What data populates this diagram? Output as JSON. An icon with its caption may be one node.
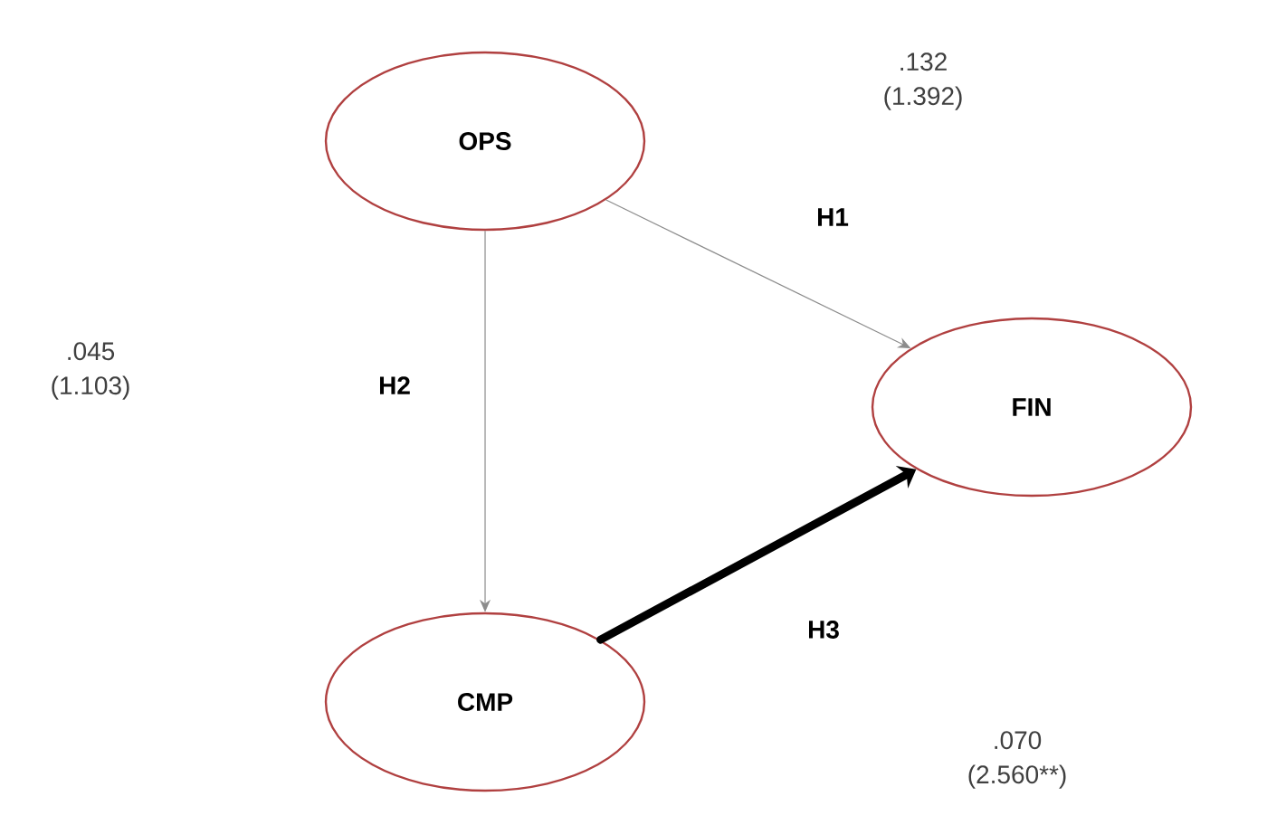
{
  "diagram": {
    "nodes": [
      {
        "text": [
          "OPS"
        ]
      },
      {
        "text": [
          "FIN"
        ]
      },
      {
        "text": [
          "CMP"
        ]
      }
    ],
    "edges": [
      {
        "from": 0,
        "to": 1,
        "arrow": "to",
        "label": "H1"
      },
      {
        "from": 0,
        "to": 2,
        "arrow": "to",
        "label": "H2"
      },
      {
        "from": 2,
        "to": 1,
        "arrow": "to",
        "label": "H3",
        "style": "thick",
        "color": "#000000"
      }
    ],
    "labels": [
      ".132 (1.392)",
      ".045 (1.103)",
      ".070 (2.560**)"
    ]
  }
}
